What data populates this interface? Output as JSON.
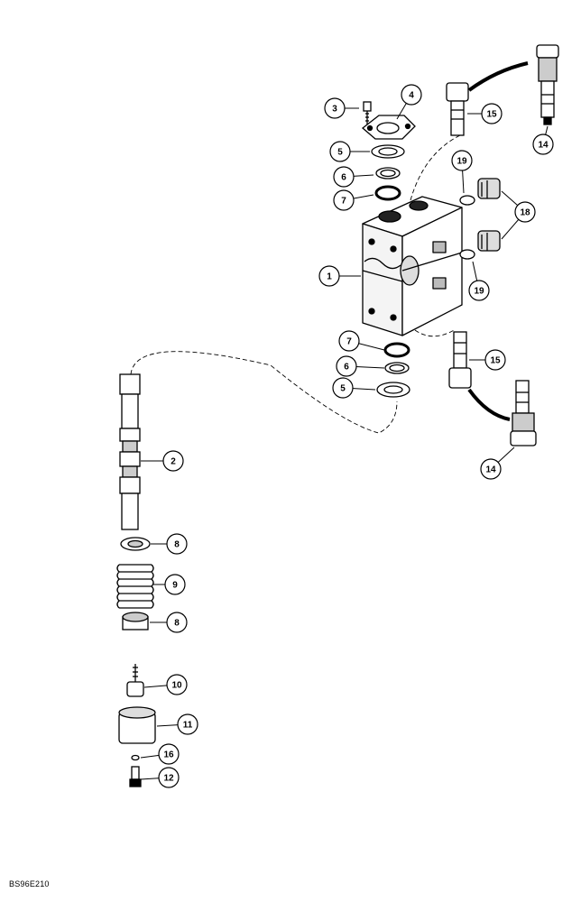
{
  "diagram": {
    "reference_code": "BS96E210",
    "callouts": [
      {
        "id": "c3",
        "label": "3"
      },
      {
        "id": "c4",
        "label": "4"
      },
      {
        "id": "c5a",
        "label": "5"
      },
      {
        "id": "c6a",
        "label": "6"
      },
      {
        "id": "c7a",
        "label": "7"
      },
      {
        "id": "c1",
        "label": "1"
      },
      {
        "id": "c7b",
        "label": "7"
      },
      {
        "id": "c6b",
        "label": "6"
      },
      {
        "id": "c5b",
        "label": "5"
      },
      {
        "id": "c15a",
        "label": "15"
      },
      {
        "id": "c14a",
        "label": "14"
      },
      {
        "id": "c19a",
        "label": "19"
      },
      {
        "id": "c18",
        "label": "18"
      },
      {
        "id": "c19b",
        "label": "19"
      },
      {
        "id": "c15b",
        "label": "15"
      },
      {
        "id": "c14b",
        "label": "14"
      },
      {
        "id": "c2",
        "label": "2"
      },
      {
        "id": "c8a",
        "label": "8"
      },
      {
        "id": "c9",
        "label": "9"
      },
      {
        "id": "c8b",
        "label": "8"
      },
      {
        "id": "c10",
        "label": "10"
      },
      {
        "id": "c11",
        "label": "11"
      },
      {
        "id": "c16",
        "label": "16"
      },
      {
        "id": "c12",
        "label": "12"
      }
    ]
  }
}
